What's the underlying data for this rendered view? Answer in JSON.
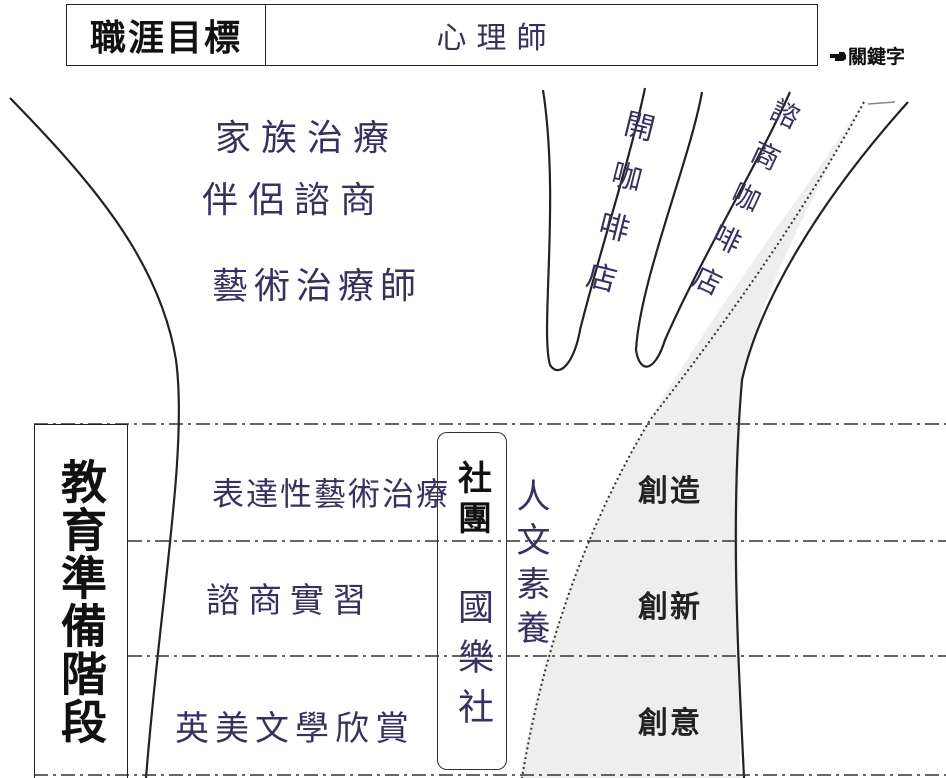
{
  "header": {
    "career_goal_label": "職涯目標",
    "career_goal_value": "心理師",
    "keyword_label": "關鍵字"
  },
  "branches": {
    "related_careers": [
      "家族治療",
      "伴侶諮商",
      "藝術治療師"
    ],
    "branch_one": "開咖啡店",
    "branch_two": "諮商咖啡店"
  },
  "education_stage": {
    "label": "教育準備階段",
    "plans": [
      "表達性藝術治療",
      "諮商實習",
      "英美文學欣賞"
    ],
    "club_title": "社團",
    "club_name": "國樂社",
    "literacy_note": "人文素養",
    "creative_levels": [
      "創造",
      "創新",
      "創意"
    ]
  },
  "colors": {
    "ink_handwriting": "#3a3060",
    "printed_text": "#111111",
    "shaded_region": "#eeeeee"
  },
  "icons": {
    "keyword_pointer": "pointing-hand-icon"
  }
}
